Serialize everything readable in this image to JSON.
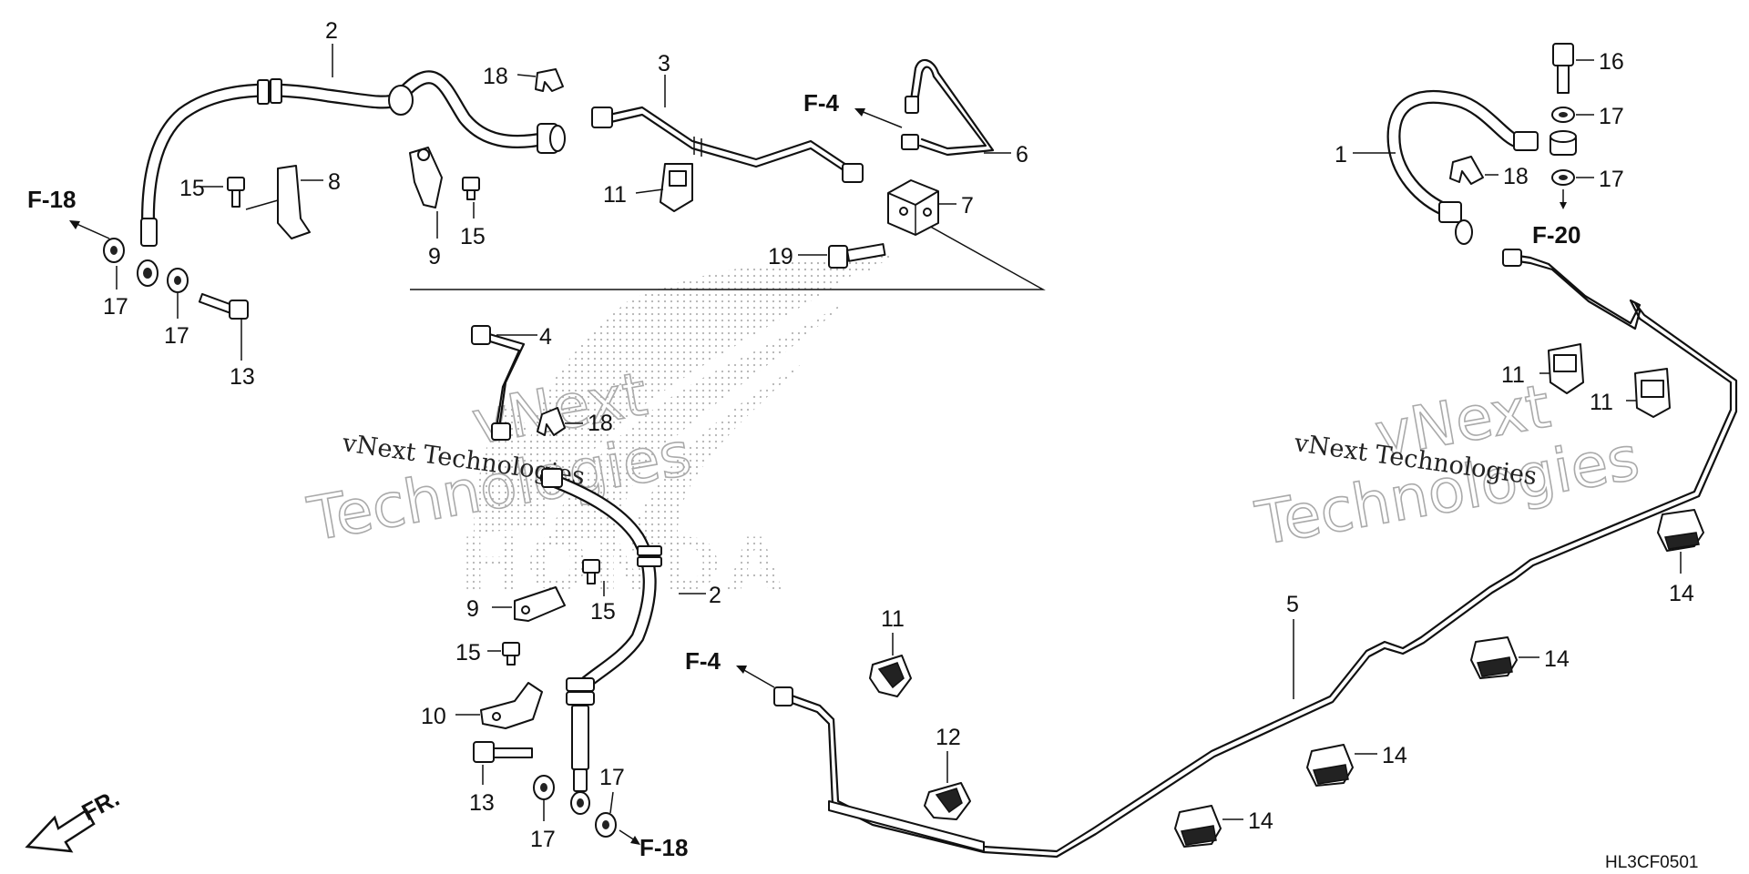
{
  "callouts": {
    "c1": "1",
    "c2a": "2",
    "c2b": "2",
    "c3": "3",
    "c4": "4",
    "c5": "5",
    "c6": "6",
    "c7": "7",
    "c8": "8",
    "c9a": "9",
    "c9b": "9",
    "c10": "10",
    "c11a": "11",
    "c11b": "11",
    "c11c": "11",
    "c11d": "11",
    "c12": "12",
    "c13a": "13",
    "c13b": "13",
    "c14a": "14",
    "c14b": "14",
    "c14c": "14",
    "c14d": "14",
    "c15a": "15",
    "c15b": "15",
    "c15c": "15",
    "c15d": "15",
    "c16": "16",
    "c17a": "17",
    "c17b": "17",
    "c17c": "17",
    "c17d": "17",
    "c17e": "17",
    "c17f": "17",
    "c18a": "18",
    "c18b": "18",
    "c18c": "18",
    "c19": "19"
  },
  "refs": {
    "f18_left": "F-18",
    "f4_top": "F-4",
    "f20": "F-20",
    "f4_bottom": "F-4",
    "f18_bottom": "F-18"
  },
  "front_label": "FR.",
  "diagram_code": "HL3CF0501",
  "watermarks": {
    "left_small": "vNext Technologies",
    "left_big_1": "vNext",
    "left_big_2": "Technologies",
    "right_small": "vNext Technologies",
    "right_big_1": "vNext",
    "right_big_2": "Technologies",
    "brand": "HONDA"
  }
}
